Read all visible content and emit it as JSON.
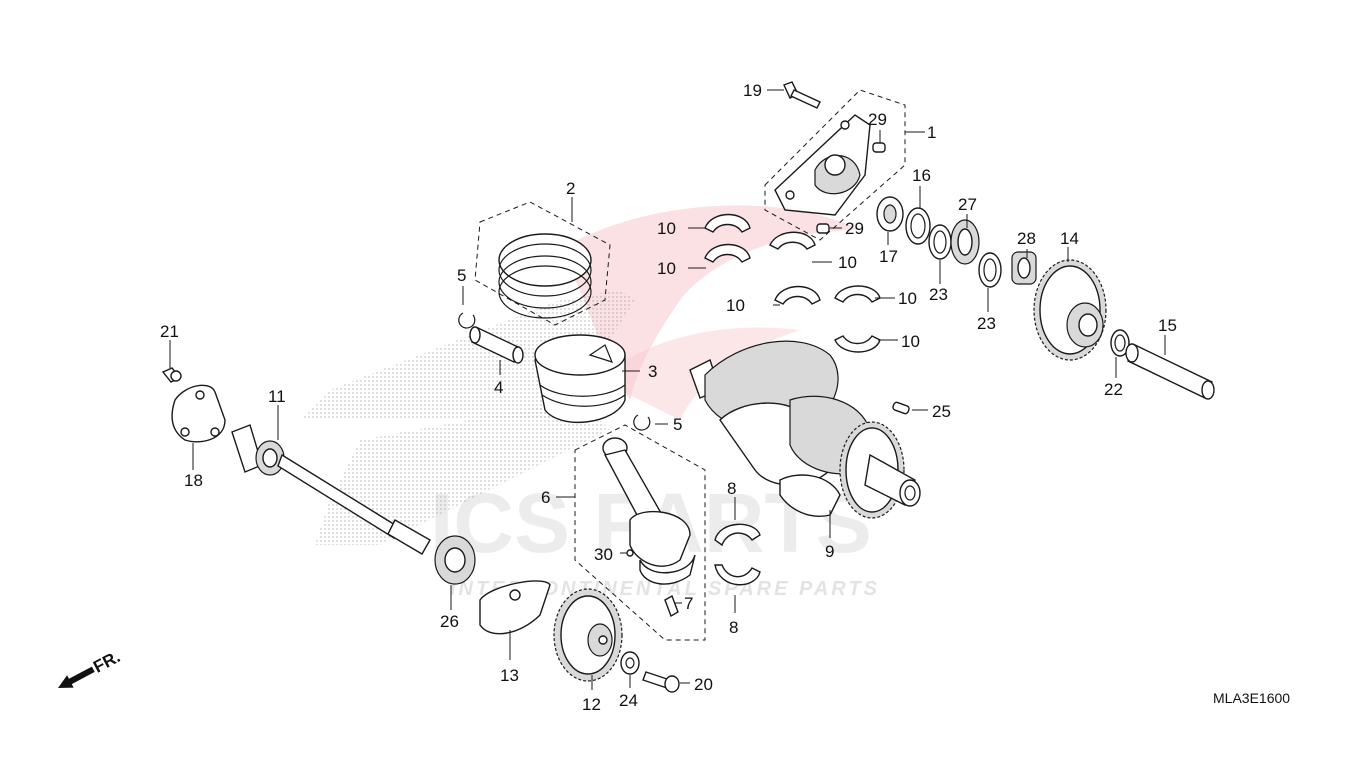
{
  "callouts": [
    {
      "id": "c1",
      "text": "1"
    },
    {
      "id": "c2",
      "text": "2"
    },
    {
      "id": "c3",
      "text": "3"
    },
    {
      "id": "c4",
      "text": "4"
    },
    {
      "id": "c5a",
      "text": "5"
    },
    {
      "id": "c5b",
      "text": "5"
    },
    {
      "id": "c6",
      "text": "6"
    },
    {
      "id": "c7",
      "text": "7"
    },
    {
      "id": "c8a",
      "text": "8"
    },
    {
      "id": "c8b",
      "text": "8"
    },
    {
      "id": "c9",
      "text": "9"
    },
    {
      "id": "c10a",
      "text": "10"
    },
    {
      "id": "c10b",
      "text": "10"
    },
    {
      "id": "c10c",
      "text": "10"
    },
    {
      "id": "c10d",
      "text": "10"
    },
    {
      "id": "c10e",
      "text": "10"
    },
    {
      "id": "c10f",
      "text": "10"
    },
    {
      "id": "c11",
      "text": "11"
    },
    {
      "id": "c12",
      "text": "12"
    },
    {
      "id": "c13",
      "text": "13"
    },
    {
      "id": "c14",
      "text": "14"
    },
    {
      "id": "c15",
      "text": "15"
    },
    {
      "id": "c16",
      "text": "16"
    },
    {
      "id": "c17",
      "text": "17"
    },
    {
      "id": "c18",
      "text": "18"
    },
    {
      "id": "c19",
      "text": "19"
    },
    {
      "id": "c20",
      "text": "20"
    },
    {
      "id": "c21",
      "text": "21"
    },
    {
      "id": "c22",
      "text": "22"
    },
    {
      "id": "c23a",
      "text": "23"
    },
    {
      "id": "c23b",
      "text": "23"
    },
    {
      "id": "c24",
      "text": "24"
    },
    {
      "id": "c25",
      "text": "25"
    },
    {
      "id": "c26",
      "text": "26"
    },
    {
      "id": "c27",
      "text": "27"
    },
    {
      "id": "c28",
      "text": "28"
    },
    {
      "id": "c29a",
      "text": "29"
    },
    {
      "id": "c29b",
      "text": "29"
    },
    {
      "id": "c30",
      "text": "30"
    }
  ],
  "front_marker": {
    "label": "FR.",
    "icon": "front-arrow-icon"
  },
  "diagram_code": "MLA3E1600",
  "watermark": {
    "brand": "ICS PARTS",
    "tagline": "INTERCONTINENTAL SPARE PARTS",
    "brand_color": "#e8323c"
  }
}
